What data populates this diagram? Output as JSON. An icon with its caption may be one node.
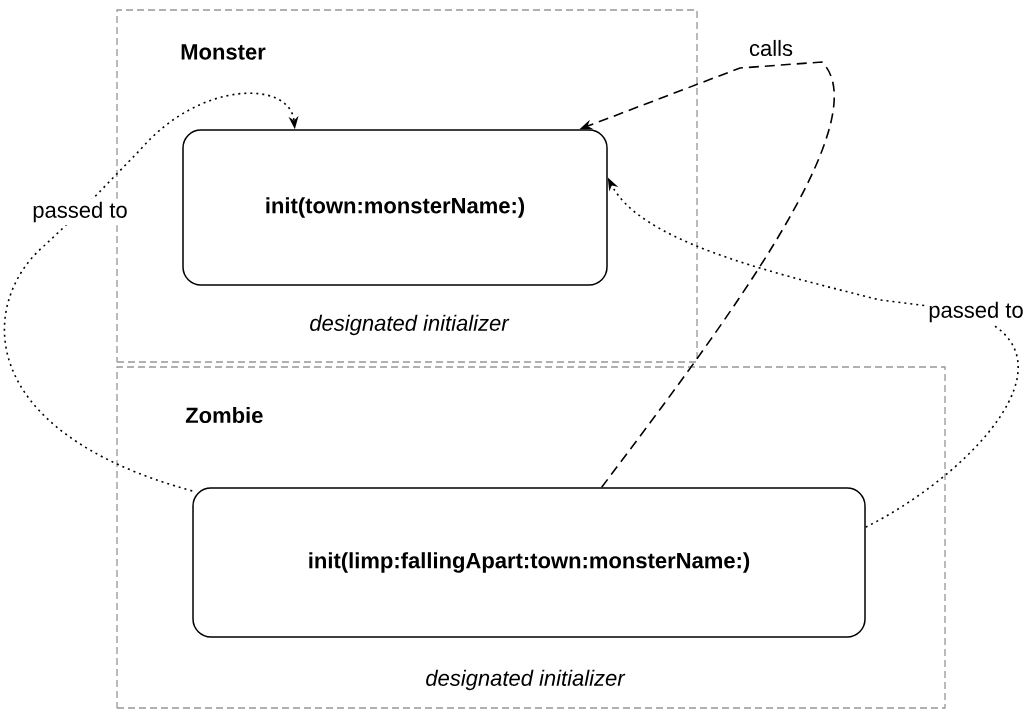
{
  "diagram": {
    "nodes": [
      {
        "text": [
          "Monster"
        ]
      },
      {
        "text": [
          "init(town:monsterName:)"
        ],
        "in": 0,
        "beside": [
          "designated initializer"
        ]
      },
      {
        "text": [
          "Zombie"
        ]
      },
      {
        "text": [
          "init(limp:fallingApart:town:monsterName:)"
        ],
        "in": 2,
        "beside": [
          "designated initializer"
        ]
      }
    ],
    "edges": [
      {
        "from": 3,
        "to": 1,
        "arrow": "to",
        "label": "calls",
        "style": "dashed"
      },
      {
        "from": 3,
        "to": 1,
        "arrow": "to",
        "label": "passed to"
      },
      {
        "from": 3,
        "to": 1,
        "arrow": "to",
        "label": "passed to"
      }
    ]
  }
}
